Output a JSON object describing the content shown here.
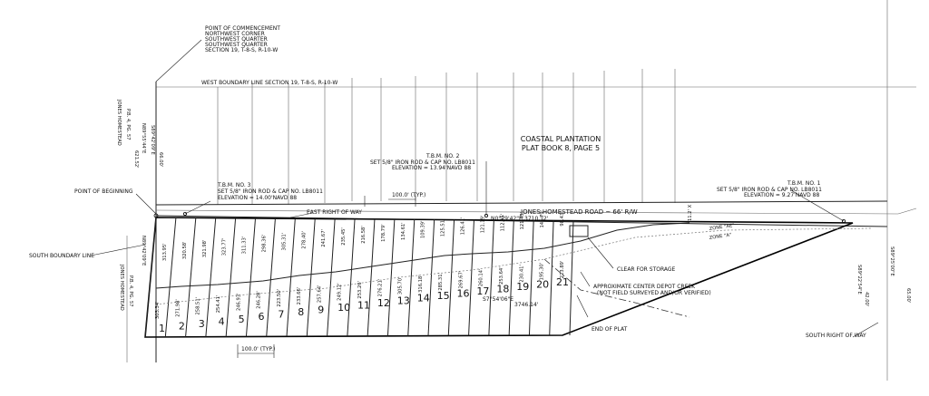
{
  "labels": {
    "commencement": [
      "POINT OF COMMENCEMENT",
      "NORTHWEST CORNER",
      "SOUTHWEST QUARTER",
      "SOUTHWEST QUARTER",
      "SECTION 19, T-8-S, R-10-W"
    ],
    "west_boundary": "WEST BOUNDARY LINE SECTION 19, T-8-S, R-10-W",
    "coastal_plantation": [
      "COASTAL PLANTATION",
      "PLAT BOOK 8, PAGE 5"
    ],
    "tbm1": [
      "T.B.M. NO. 1",
      "SET 5/8\" IRON ROD & CAP NO. LB8011",
      "ELEVATION = 9.27'NAVD 88"
    ],
    "tbm2": [
      "T.B.M. NO. 2",
      "SET 5/8\" IRON ROD & CAP NO. LB8011",
      "ELEVATION = 13.94'NAVD 88"
    ],
    "tbm3": [
      "T.B.M. NO. 3",
      "SET 5/8\" IRON ROD & CAP NO. LB8011",
      "ELEVATION = 14.00'NAVD 88"
    ],
    "point_of_beginning": "POINT OF BEGINNING",
    "south_boundary": "SOUTH BOUNDARY LINE",
    "east_row": "EAST RIGHT OF WAY",
    "road": "JONES HOMESTEAD ROAD ~ 66' R/W",
    "north_bearing": "N0°29'42\"E",
    "north_distance": "3710.12'",
    "south_bearing": "S7°54'06\"E",
    "south_distance": "3746.14'",
    "typ_top": "100.0' (TYP.)",
    "typ_bottom": "100.0' (TYP.)",
    "clear_storage": "CLEAR FOR STORAGE",
    "creek": [
      "APPROXIMATE CENTER DEPOT CREEK",
      "(NOT FIELD SURVEYED AND/OR VERIFIED)"
    ],
    "end_of_plat": "END OF PLAT",
    "south_row": "SOUTH RIGHT OF WAY",
    "zone_ae": "ZONE \"AE\"",
    "zone_a": "ZONE \"A\"",
    "left_vertical_a": "S89°42'09\"E",
    "left_vertical_b": "66.00'",
    "left_vertical_c": "N89°55'44\"E",
    "left_vertical_d": "621.52'",
    "left_vertical_e": "JONES HOMESTEAD",
    "left_vertical_f": "P.B. 4, PG. 57",
    "right_vertical_a": "S89°25'00\"E",
    "right_vertical_b": "65.00'",
    "right_vertical_c": "S89°22'54\"E",
    "right_vertical_d": "42.00'",
    "right_side_mark": "11.2' X",
    "lower_left_a": "N89°42'09\"E",
    "lower_left_b": "JONES HOMESTEAD",
    "lower_left_c": "P.B. 4, PG. 57"
  },
  "lots": [
    {
      "number": "1",
      "top": "313.95'",
      "bottom": "303.34'"
    },
    {
      "number": "2",
      "top": "320.58'",
      "bottom": "271.98'"
    },
    {
      "number": "3",
      "top": "321.98'",
      "bottom": "258.51'"
    },
    {
      "number": "4",
      "top": "323.77'",
      "bottom": "254.41'"
    },
    {
      "number": "5",
      "top": "311.33'",
      "bottom": "246.93'"
    },
    {
      "number": "6",
      "top": "298.36'",
      "bottom": "246.28'"
    },
    {
      "number": "7",
      "top": "305.31'",
      "bottom": "223.50'"
    },
    {
      "number": "8",
      "top": "278.40'",
      "bottom": "233.66'"
    },
    {
      "number": "9",
      "top": "241.67'",
      "bottom": "257.64'"
    },
    {
      "number": "10",
      "top": "235.45'",
      "bottom": "249.12'"
    },
    {
      "number": "11",
      "top": "216.58'",
      "bottom": "253.26'"
    },
    {
      "number": "12",
      "top": "178.79'",
      "bottom": "276.21'"
    },
    {
      "number": "13",
      "top": "134.61'",
      "bottom": "305.70'"
    },
    {
      "number": "14",
      "top": "109.39'",
      "bottom": "316.18'"
    },
    {
      "number": "15",
      "top": "125.51'",
      "bottom": "285.31'"
    },
    {
      "number": "16",
      "top": "126.41'",
      "bottom": "269.67'"
    },
    {
      "number": "17",
      "top": "121.19'",
      "bottom": "260.14'"
    },
    {
      "number": "18",
      "top": "112.95'",
      "bottom": "253.64'"
    },
    {
      "number": "19",
      "top": "121.43'",
      "bottom": "230.41'"
    },
    {
      "number": "20",
      "top": "141.79'",
      "bottom": "195.30'"
    },
    {
      "number": "21",
      "top": "98.43'",
      "bottom": "223.89'"
    }
  ]
}
